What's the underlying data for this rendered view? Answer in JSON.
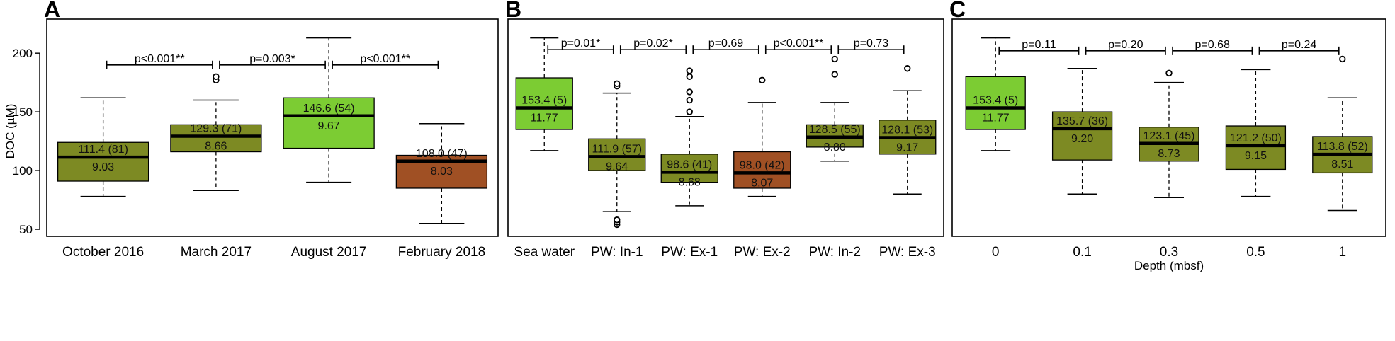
{
  "colors": {
    "olive": "#7d8a23",
    "green": "#7ccc33",
    "brown": "#a05024",
    "frame": "#000000",
    "outlier": "#000000"
  },
  "chart_data": [
    {
      "type": "box",
      "panel_label": "A",
      "ylabel": "DOC (µM)",
      "xlabel": "",
      "ylim": [
        47,
        220
      ],
      "yticks": [
        50,
        100,
        150,
        200
      ],
      "grid": false,
      "categories": [
        "October 2016",
        "March 2017",
        "August 2017",
        "February 2018"
      ],
      "boxes": [
        {
          "min": 78,
          "q1": 91,
          "median": 111.4,
          "q3": 124,
          "max": 162,
          "outliers": [],
          "color": "olive",
          "label_top": "111.4 (81)",
          "label_bottom": "9.03"
        },
        {
          "min": 83,
          "q1": 116,
          "median": 129.3,
          "q3": 139,
          "max": 160,
          "outliers": [
            177,
            180
          ],
          "color": "olive",
          "label_top": "129.3 (71)",
          "label_bottom": "8.66"
        },
        {
          "min": 90,
          "q1": 119,
          "median": 146.6,
          "q3": 162,
          "max": 213,
          "outliers": [],
          "color": "green",
          "label_top": "146.6 (54)",
          "label_bottom": "9.67"
        },
        {
          "min": 55,
          "q1": 85,
          "median": 108.0,
          "q3": 113,
          "max": 140,
          "outliers": [],
          "color": "brown",
          "label_top": "108.0 (47)",
          "label_bottom": "8.03"
        }
      ],
      "comparisons": [
        {
          "from": 0,
          "to": 1,
          "y": 190,
          "label": "p<0.001**"
        },
        {
          "from": 1,
          "to": 2,
          "y": 190,
          "label": "p=0.003*"
        },
        {
          "from": 2,
          "to": 3,
          "y": 190,
          "label": "p<0.001**"
        }
      ]
    },
    {
      "type": "box",
      "panel_label": "B",
      "ylabel": "",
      "xlabel": "",
      "ylim": [
        47,
        220
      ],
      "yticks": [],
      "grid": false,
      "categories": [
        "Sea water",
        "PW: In-1",
        "PW: Ex-1",
        "PW: Ex-2",
        "PW: In-2",
        "PW: Ex-3"
      ],
      "boxes": [
        {
          "min": 117,
          "q1": 135,
          "median": 153.4,
          "q3": 179,
          "max": 213,
          "outliers": [],
          "color": "green",
          "label_top": "153.4 (5)",
          "label_bottom": "11.77"
        },
        {
          "min": 65,
          "q1": 100,
          "median": 111.9,
          "q3": 127,
          "max": 166,
          "outliers": [
            54,
            56,
            58,
            172,
            174
          ],
          "color": "olive",
          "label_top": "111.9 (57)",
          "label_bottom": "9.64"
        },
        {
          "min": 70,
          "q1": 90,
          "median": 98.6,
          "q3": 114,
          "max": 146,
          "outliers": [
            150,
            160,
            167,
            180,
            185
          ],
          "color": "olive",
          "label_top": "98.6 (41)",
          "label_bottom": "8.68"
        },
        {
          "min": 78,
          "q1": 85,
          "median": 98.0,
          "q3": 116,
          "max": 158,
          "outliers": [
            177
          ],
          "color": "brown",
          "label_top": "98.0 (42)",
          "label_bottom": "8.07"
        },
        {
          "min": 108,
          "q1": 120,
          "median": 128.5,
          "q3": 139,
          "max": 158,
          "outliers": [
            182,
            195
          ],
          "color": "olive",
          "label_top": "128.5 (55)",
          "label_bottom": "8.80"
        },
        {
          "min": 80,
          "q1": 114,
          "median": 128.1,
          "q3": 143,
          "max": 168,
          "outliers": [
            187
          ],
          "color": "olive",
          "label_top": "128.1 (53)",
          "label_bottom": "9.17"
        }
      ],
      "comparisons": [
        {
          "from": 0,
          "to": 1,
          "y": 203,
          "label": "p=0.01*"
        },
        {
          "from": 1,
          "to": 2,
          "y": 203,
          "label": "p=0.02*"
        },
        {
          "from": 2,
          "to": 3,
          "y": 203,
          "label": "p=0.69"
        },
        {
          "from": 3,
          "to": 4,
          "y": 203,
          "label": "p<0.001**"
        },
        {
          "from": 4,
          "to": 5,
          "y": 203,
          "label": "p=0.73"
        }
      ]
    },
    {
      "type": "box",
      "panel_label": "C",
      "ylabel": "",
      "xlabel": "Depth (mbsf)",
      "ylim": [
        47,
        220
      ],
      "yticks": [],
      "grid": false,
      "categories": [
        "0",
        "0.1",
        "0.3",
        "0.5",
        "1"
      ],
      "boxes": [
        {
          "min": 117,
          "q1": 135,
          "median": 153.4,
          "q3": 180,
          "max": 213,
          "outliers": [],
          "color": "green",
          "label_top": "153.4 (5)",
          "label_bottom": "11.77"
        },
        {
          "min": 80,
          "q1": 109,
          "median": 135.7,
          "q3": 150,
          "max": 187,
          "outliers": [],
          "color": "olive",
          "label_top": "135.7 (36)",
          "label_bottom": "9.20"
        },
        {
          "min": 77,
          "q1": 108,
          "median": 123.1,
          "q3": 137,
          "max": 175,
          "outliers": [
            183
          ],
          "color": "olive",
          "label_top": "123.1 (45)",
          "label_bottom": "8.73"
        },
        {
          "min": 78,
          "q1": 101,
          "median": 121.2,
          "q3": 138,
          "max": 186,
          "outliers": [],
          "color": "olive",
          "label_top": "121.2 (50)",
          "label_bottom": "9.15"
        },
        {
          "min": 66,
          "q1": 98,
          "median": 113.8,
          "q3": 129,
          "max": 162,
          "outliers": [
            195
          ],
          "color": "olive",
          "label_top": "113.8 (52)",
          "label_bottom": "8.51"
        }
      ],
      "comparisons": [
        {
          "from": 0,
          "to": 1,
          "y": 202,
          "label": "p=0.11"
        },
        {
          "from": 1,
          "to": 2,
          "y": 202,
          "label": "p=0.20"
        },
        {
          "from": 2,
          "to": 3,
          "y": 202,
          "label": "p=0.68"
        },
        {
          "from": 3,
          "to": 4,
          "y": 202,
          "label": "p=0.24"
        }
      ]
    }
  ]
}
